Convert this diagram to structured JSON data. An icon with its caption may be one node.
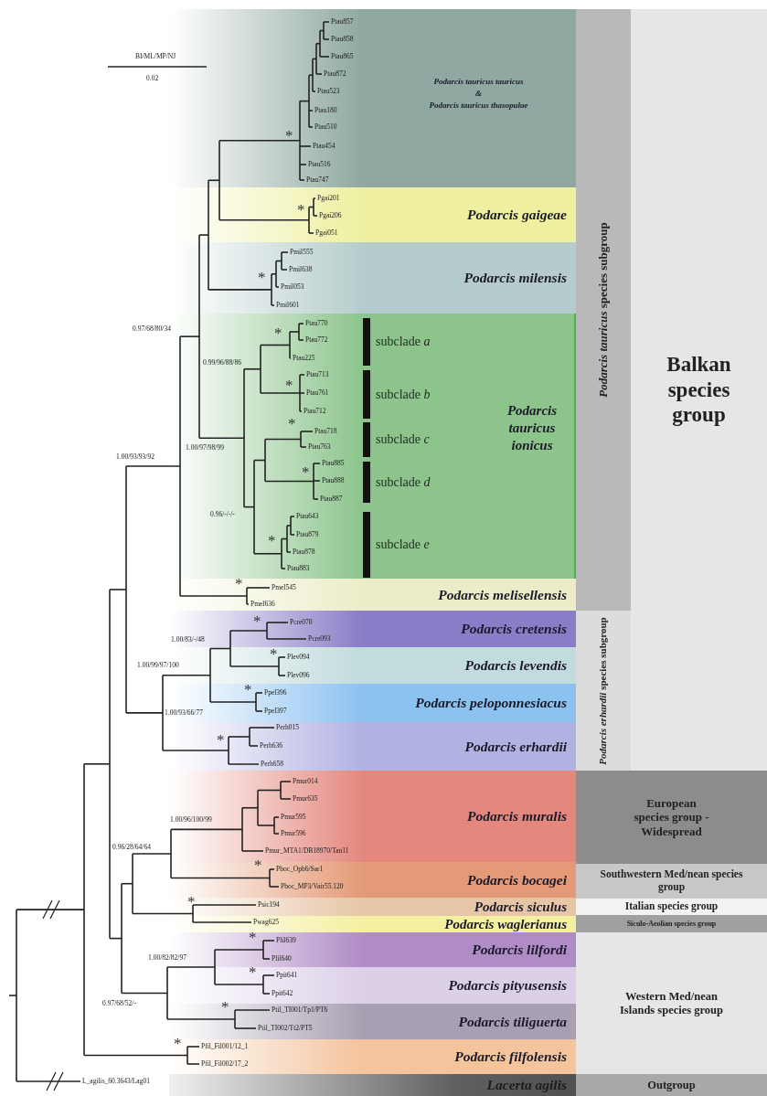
{
  "diagram": {
    "nodes": [
      {
        "text": [
          "Podarcis tauricus tauricus",
          "&",
          "Podarcis tauricus thasopulae"
        ]
      },
      {
        "text": [
          "Podarcis gaigeae"
        ]
      },
      {
        "text": [
          "Podarcis milensis"
        ]
      },
      {
        "text": [
          "Podarcis tauricus ionicus"
        ]
      },
      {
        "text": [
          "subclade *a*"
        ],
        "in": 3
      },
      {
        "text": [
          "subclade *b*"
        ],
        "in": 3
      },
      {
        "text": [
          "subclade *c*"
        ],
        "in": 3
      },
      {
        "text": [
          "subclade *d*"
        ],
        "in": 3
      },
      {
        "text": [
          "subclade *e*"
        ],
        "in": 3
      },
      {
        "text": [
          "Podarcis melisellensis"
        ]
      },
      {
        "text": [
          "Podarcis cretensis"
        ]
      },
      {
        "text": [
          "Podarcis levendis"
        ]
      },
      {
        "text": [
          "Podarcis peloponnesiacus"
        ]
      },
      {
        "text": [
          "Podarcis erhardii"
        ]
      },
      {
        "text": [
          "Podarcis muralis"
        ]
      },
      {
        "text": [
          "Podarcis bocagei"
        ]
      },
      {
        "text": [
          "Podarcis siculus"
        ]
      },
      {
        "text": [
          "Podarcis waglerianus"
        ]
      },
      {
        "text": [
          "Podarcis lilfordi"
        ]
      },
      {
        "text": [
          "Podarcis pityusensis"
        ]
      },
      {
        "text": [
          "Podarcis tiliguerta"
        ]
      },
      {
        "text": [
          "Podarcis filfolensis"
        ]
      },
      {
        "text": [
          "Lacerta agilis"
        ]
      },
      {
        "text": [
          "*Podarcis tauricus* species subgroup"
        ]
      },
      {
        "text": [
          "*Podarcis erhardii* species subgroup"
        ]
      },
      {
        "text": [
          "Balkan species group"
        ]
      },
      {
        "text": [
          "European species group - Widespread"
        ]
      },
      {
        "text": [
          "Southwestern Med/nean species group"
        ]
      },
      {
        "text": [
          "Italian species group"
        ]
      },
      {
        "text": [
          "Siculo-Aeolian species group"
        ]
      },
      {
        "text": [
          "Western Med/nean Islands species group"
        ]
      },
      {
        "text": [
          "Outgroup"
        ]
      }
    ],
    "labels": [
      "BI/ML/MP/NJ",
      "0.02",
      "Ptau857",
      "Ptau858",
      "Ptau865",
      "Ptau872",
      "Ptau523",
      "Ptau180",
      "Ptau510",
      "Ptau454",
      "Ptau516",
      "Ptau747",
      "Pgai201",
      "Pgai206",
      "Pgai051",
      "Pmil555",
      "Pmil638",
      "Pmil053",
      "Pmil601",
      "Ptau770",
      "Ptau772",
      "Ptau225",
      "Ptau713",
      "Ptau761",
      "Ptau712",
      "Ptau718",
      "Ptau763",
      "Ptau885",
      "Ptau888",
      "Ptau887",
      "Ptau643",
      "Ptau879",
      "Ptau878",
      "Ptau883",
      "Pmel545",
      "Pmel636",
      "Pcre070",
      "Pcre093",
      "Plev094",
      "Plev096",
      "Ppel396",
      "Ppel397",
      "Perh015",
      "Perh636",
      "Perh658",
      "Pmur014",
      "Pmur635",
      "Pmur595",
      "Pmur596",
      "Pmur_MTA1/DB18970/Tan11",
      "Pboc_Opb6/Sar1",
      "Pboc_MP3/Vair55.120",
      "Psic194",
      "Pwag625",
      "Plil639",
      "Plil640",
      "Ppit641",
      "Ppit642",
      "Ptil_TI001/Tp1/PT6",
      "Ptil_TI002/Tt2/PT5",
      "Pfil_Fil001/12_1",
      "Pfil_Fil002/17_2",
      "L_agilis_60.3643/Lag01",
      "0.97/68/80/34",
      "0.99/96/88/86",
      "1.00/97/98/99",
      "1.00/93/93/92",
      "0.96/-/-/-",
      "1.00/83/-/48",
      "1.00/99/97/100",
      "1.00/93/66/77",
      "1.00/96/100/99",
      "0.96/28/64/64",
      "1.00/82/82/97",
      "0.97/68/52/-",
      "*",
      "*",
      "*",
      "*",
      "*",
      "*",
      "*",
      "*",
      "*",
      "*",
      "*",
      "*",
      "*",
      "*",
      "*",
      "*",
      "*",
      "*",
      "*"
    ]
  }
}
